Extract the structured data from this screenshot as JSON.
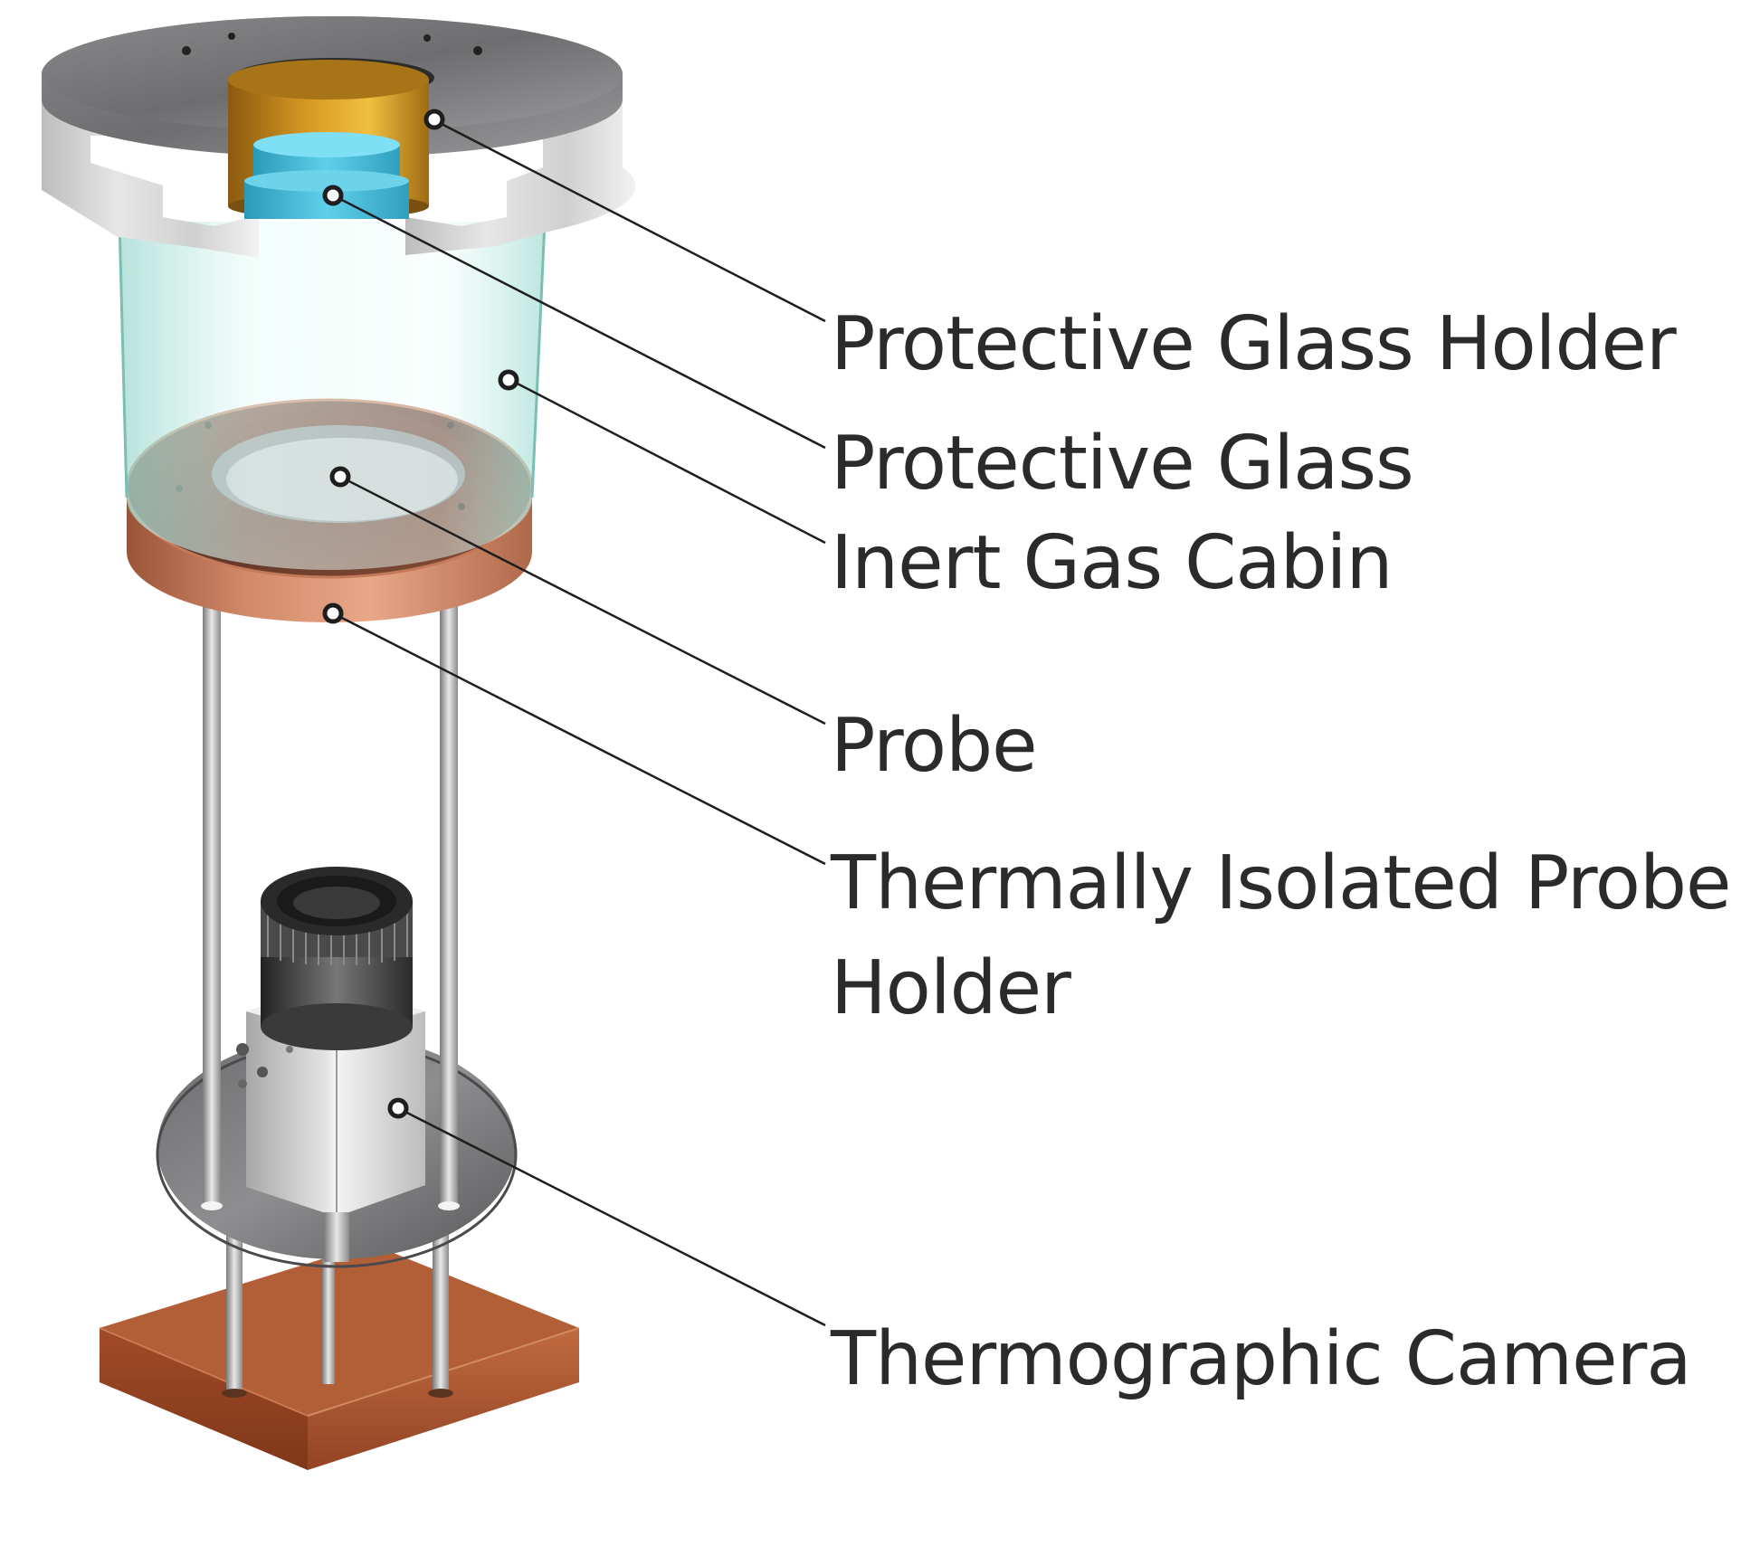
{
  "labels": {
    "protective_glass_holder": "Protective Glass Holder",
    "protective_glass": "Protective Glass",
    "inert_gas_cabin": "Inert Gas Cabin",
    "probe": "Probe",
    "thermally_isolated_probe_holder_line1": "Thermally Isolated Probe",
    "thermally_isolated_probe_holder_line2": "Holder",
    "thermographic_camera": "Thermographic Camera"
  },
  "colors": {
    "text": "#2b2b2b",
    "leader_line": "#1e1e1e",
    "steel": "#9a9a9c",
    "brass": "#c8901e",
    "glass_blue": "#37b6d4",
    "cabin_glass": "#bfeee6",
    "copper": "#b06848",
    "base_copper": "#a9552f"
  }
}
